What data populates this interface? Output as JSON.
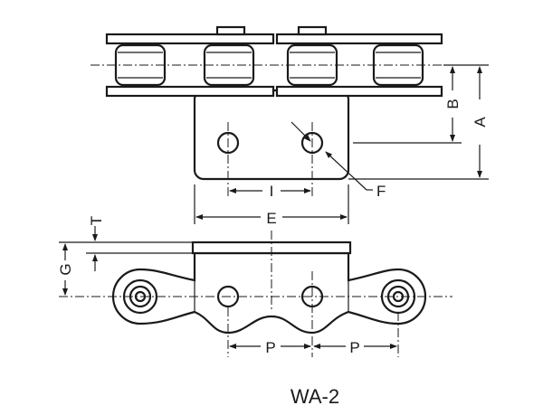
{
  "diagram": {
    "title": "WA-2",
    "labels": {
      "A": "A",
      "B": "B",
      "F": "F",
      "I": "I",
      "E": "E",
      "T": "T",
      "G": "G",
      "P1": "P",
      "P2": "P"
    }
  }
}
